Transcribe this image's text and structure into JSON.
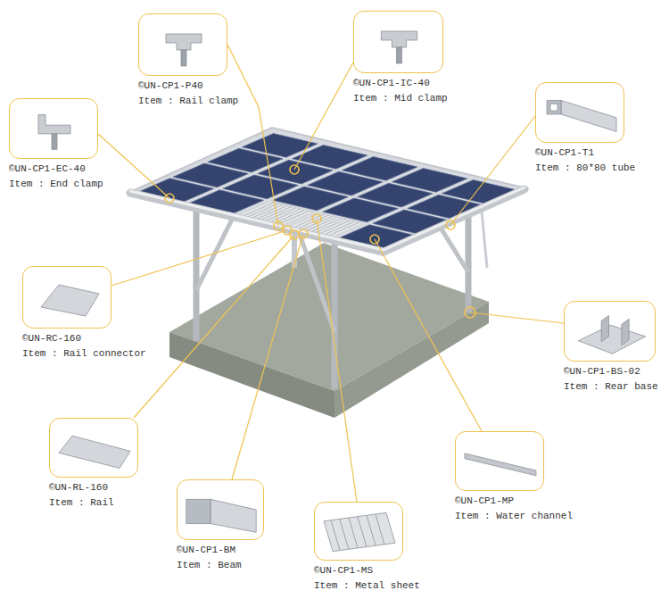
{
  "diagram": {
    "nodes": [
      {
        "text": [
          "©UN-CP1-IC-40",
          "Item : Mid clamp"
        ]
      },
      {
        "text": [
          "©UN-CP1-P40",
          "Item : Rail clamp"
        ]
      },
      {
        "text": [
          "©UN-CP1-T1",
          "Item : 80*80 tube"
        ]
      },
      {
        "text": [
          "©UN-CP1-EC-40",
          "Item : End clamp"
        ]
      },
      {
        "text": [
          "©UN-RC-160",
          "Item : Rail connector"
        ]
      },
      {
        "text": [
          "©UN-CP1-BS-02",
          "Item : Rear base"
        ]
      },
      {
        "text": [
          "©UN-RL-160",
          "Item : Rail"
        ]
      },
      {
        "text": [
          "©UN-CP1-MP",
          "Item : Water channel"
        ]
      },
      {
        "text": [
          "©UN-CP1-BM",
          "Item : Beam"
        ]
      },
      {
        "text": [
          "©UN-CP1-MS",
          "Item : Metal sheet"
        ]
      }
    ]
  }
}
